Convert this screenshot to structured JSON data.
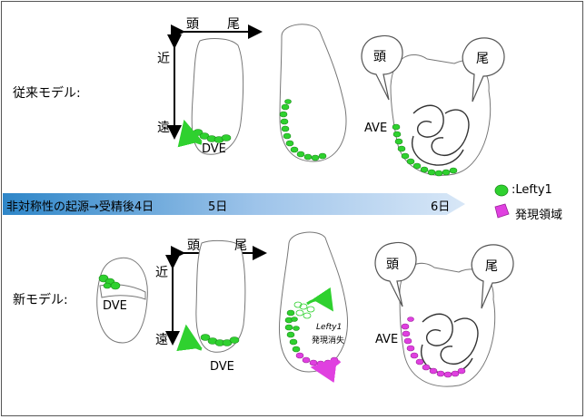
{
  "labels": {
    "conventional_model": "従来モデル:",
    "new_model": "新モデル:",
    "head": "頭",
    "tail": "尾",
    "proximal": "近",
    "distal": "遠",
    "dve": "DVE",
    "ave": "AVE",
    "lefty1": "Lefty1",
    "expression_lost": "発現消失"
  },
  "timeline": {
    "origin": "非対称性の起源→受精後4日",
    "day5": "5日",
    "day6": "6日"
  },
  "legend": {
    "lefty1": ":Lefty1",
    "expression_region": "発現領域"
  },
  "colors": {
    "green": "#2fd12f",
    "magenta": "#e040e0",
    "arrow_start": "#2e86c8",
    "arrow_end": "#d8e7f7"
  }
}
